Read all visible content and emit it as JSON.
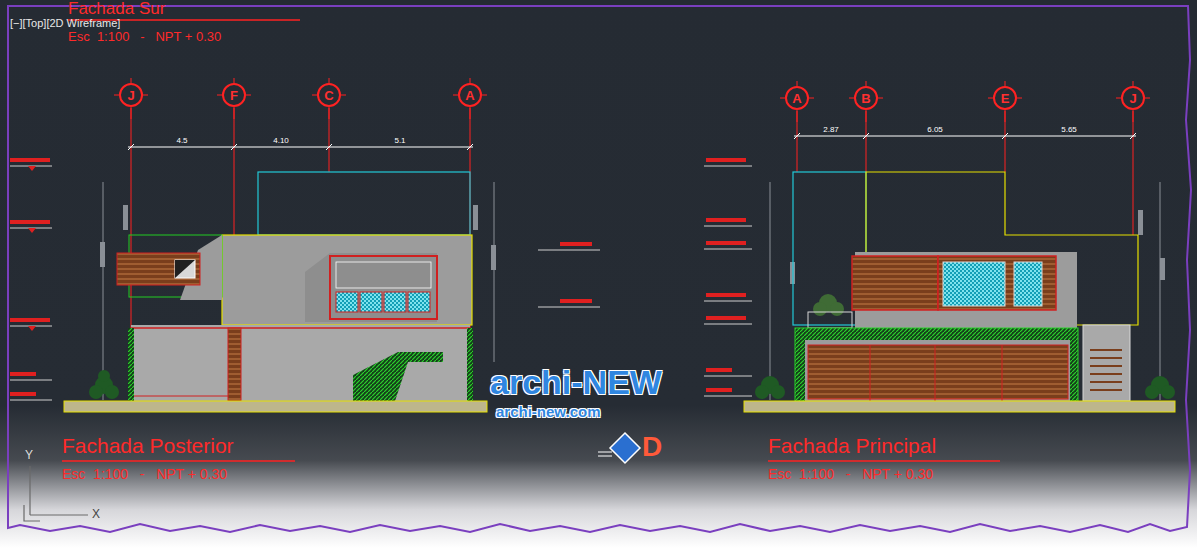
{
  "diagram": {
    "nodes": [
      {
        "text": [
          "J"
        ]
      },
      {
        "text": [
          "F"
        ]
      },
      {
        "text": [
          "C"
        ]
      },
      {
        "text": [
          "A"
        ]
      },
      {
        "text": [
          "A"
        ]
      },
      {
        "text": [
          "B"
        ]
      },
      {
        "text": [
          "E"
        ]
      },
      {
        "text": [
          "J"
        ]
      }
    ],
    "labels": [
      "[−][Top][2D Wireframe]",
      "Fachada Sur",
      "Esc  1:100   -   NPT + 0.30",
      "4.5",
      "4.10",
      "5.1",
      "2.87",
      "6.05",
      "5.65",
      "archi-NEW",
      "archi-new.com",
      "D",
      "Fachada Posterior",
      "Esc  1:100   -   NPT + 0.30",
      "Fachada Principal",
      "Esc  1:100   -   NPT + 0.30",
      "Y",
      "X"
    ]
  }
}
